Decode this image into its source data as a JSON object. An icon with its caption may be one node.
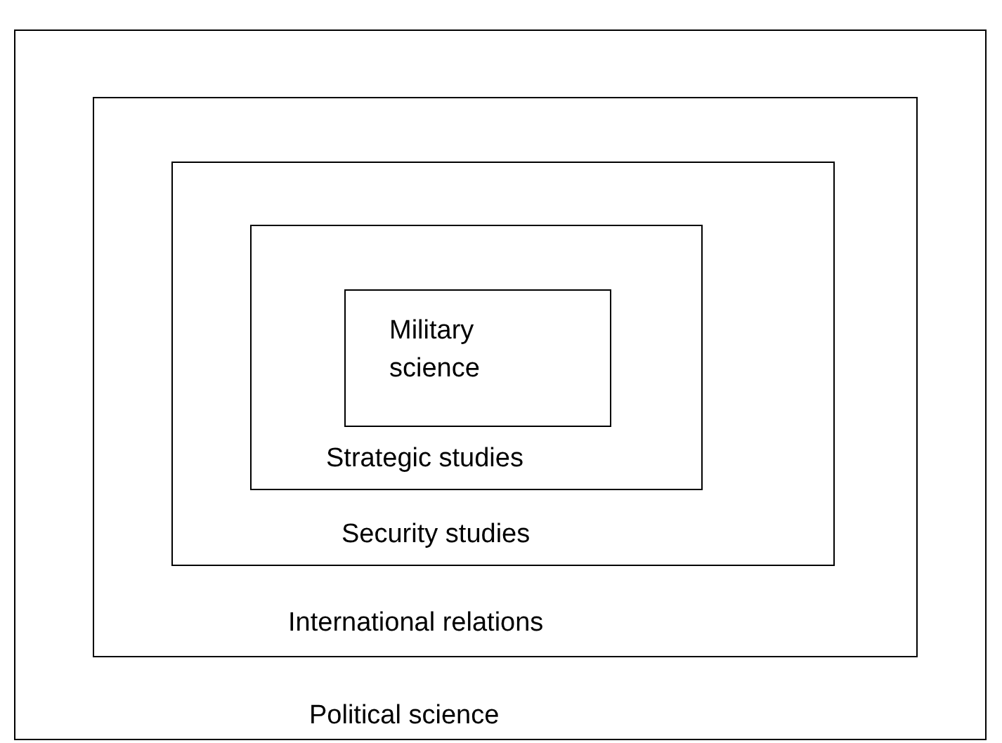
{
  "diagram": {
    "nodes": [
      {
        "text": [
          "Political science"
        ]
      },
      {
        "text": [
          "International relations"
        ],
        "in": 0
      },
      {
        "text": [
          "Security studies"
        ],
        "in": 1
      },
      {
        "text": [
          "Strategic studies"
        ],
        "in": 2
      },
      {
        "text": [
          "Military science"
        ],
        "in": 3
      }
    ]
  }
}
